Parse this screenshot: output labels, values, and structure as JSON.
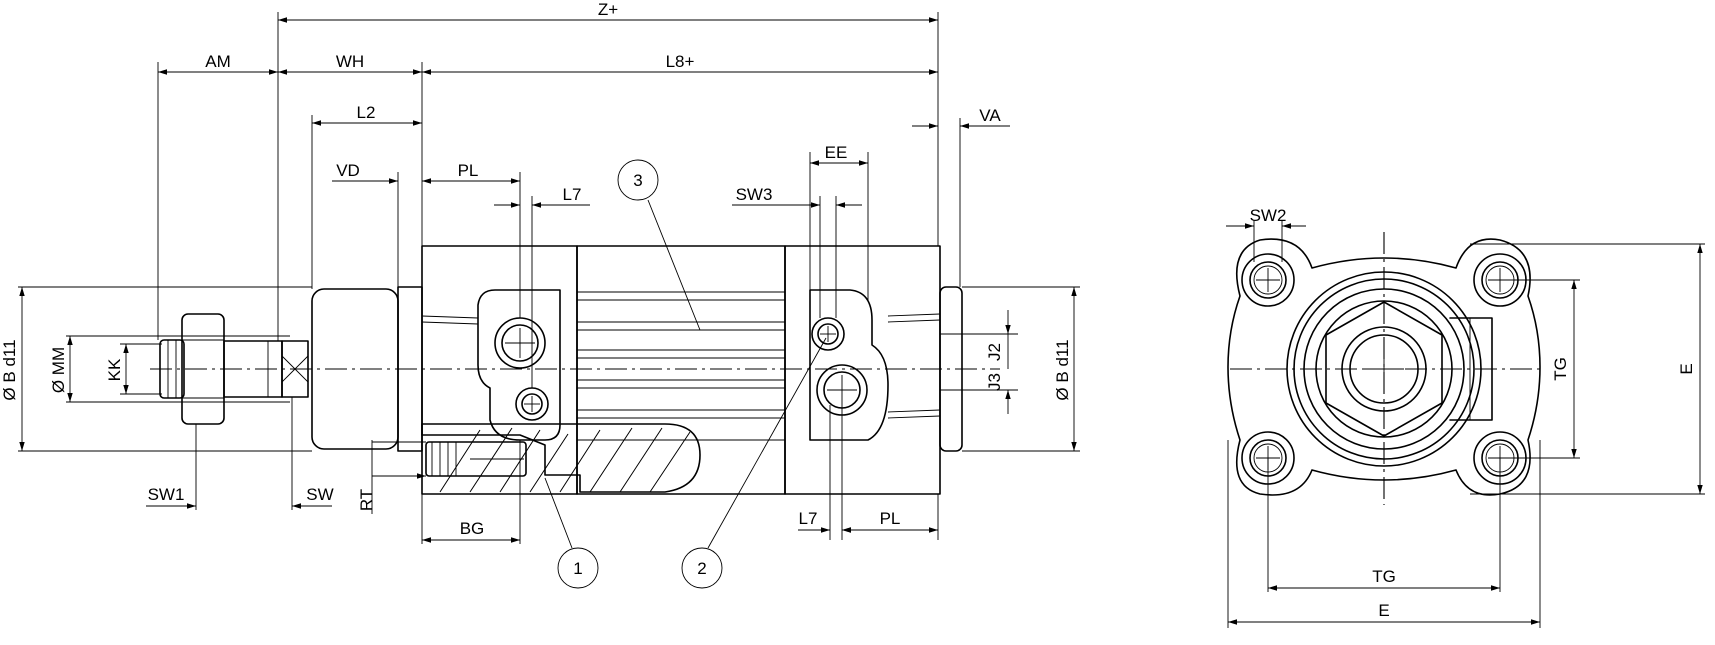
{
  "dimensions": {
    "z": "Z+",
    "am": "AM",
    "wh": "WH",
    "l8": "L8+",
    "l2": "L2",
    "va": "VA",
    "vd": "VD",
    "pl_top": "PL",
    "l7_top": "L7",
    "ee": "EE",
    "sw3": "SW3",
    "b_left": "Ø B d11",
    "mm": "Ø MM",
    "kk": "KK",
    "sw1": "SW1",
    "sw": "SW",
    "rt": "RT",
    "bg": "BG",
    "l7_bottom": "L7",
    "pl_bottom": "PL",
    "j2": "J2",
    "j3": "J3",
    "b_right": "Ø B d11",
    "sw2": "SW2",
    "tg_vertical": "TG",
    "e_vertical": "E",
    "tg_horizontal": "TG",
    "e_horizontal": "E"
  },
  "callouts": [
    "1",
    "2",
    "3"
  ]
}
